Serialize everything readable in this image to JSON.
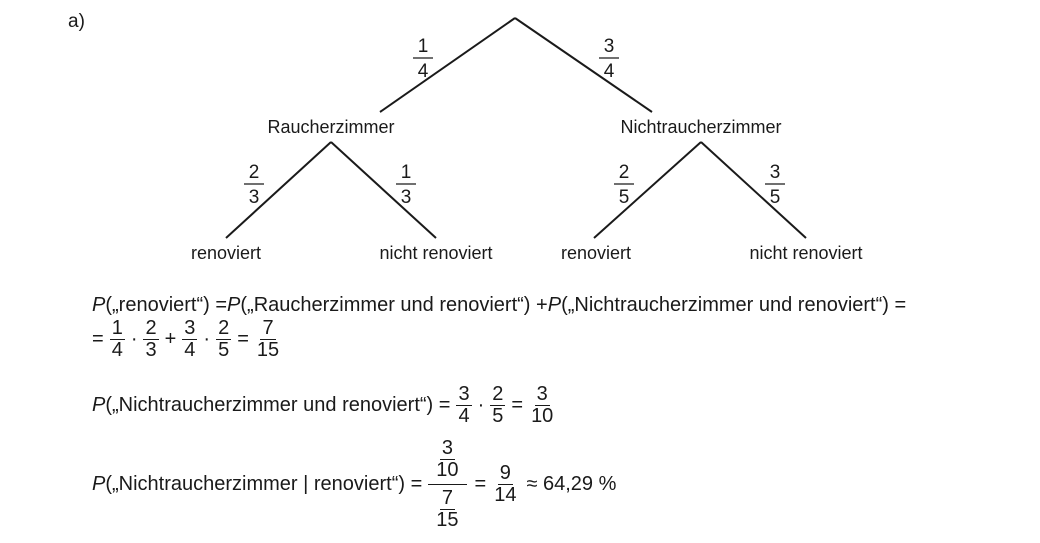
{
  "part_label": "a)",
  "tree": {
    "level1": [
      {
        "label": "Raucherzimmer",
        "prob_num": "1",
        "prob_den": "4",
        "children": [
          {
            "label": "renoviert",
            "prob_num": "2",
            "prob_den": "3"
          },
          {
            "label": "nicht renoviert",
            "prob_num": "1",
            "prob_den": "3"
          }
        ]
      },
      {
        "label": "Nichtraucherzimmer",
        "prob_num": "3",
        "prob_den": "4",
        "children": [
          {
            "label": "renoviert",
            "prob_num": "2",
            "prob_den": "5"
          },
          {
            "label": "nicht renoviert",
            "prob_num": "3",
            "prob_den": "5"
          }
        ]
      }
    ]
  },
  "calc": {
    "line1": {
      "p1": "P",
      "t1": "(„renoviert“) = ",
      "p2": "P",
      "t2": "(„Raucherzimmer und renoviert“) + ",
      "p3": "P",
      "t3": "(„Nichtraucherzimmer und renoviert“) ="
    },
    "line2": {
      "eq": "=",
      "f1": {
        "num": "1",
        "den": "4"
      },
      "dot1": "·",
      "f2": {
        "num": "2",
        "den": "3"
      },
      "plus": "+",
      "f3": {
        "num": "3",
        "den": "4"
      },
      "dot2": "·",
      "f4": {
        "num": "2",
        "den": "5"
      },
      "eq2": "=",
      "f5": {
        "num": "7",
        "den": "15"
      }
    },
    "line3": {
      "p": "P",
      "t": "(„Nichtraucherzimmer und renoviert“) =",
      "f1": {
        "num": "3",
        "den": "4"
      },
      "dot": "·",
      "f2": {
        "num": "2",
        "den": "5"
      },
      "eq": "=",
      "f3": {
        "num": "3",
        "den": "10"
      }
    },
    "line4": {
      "p": "P",
      "t": "(„Nichtraucherzimmer | renoviert“) =",
      "big_num": {
        "num": "3",
        "den": "10"
      },
      "big_den": {
        "num": "7",
        "den": "15"
      },
      "eq": "=",
      "f2": {
        "num": "9",
        "den": "14"
      },
      "approx": "≈ 64,29 %"
    }
  }
}
